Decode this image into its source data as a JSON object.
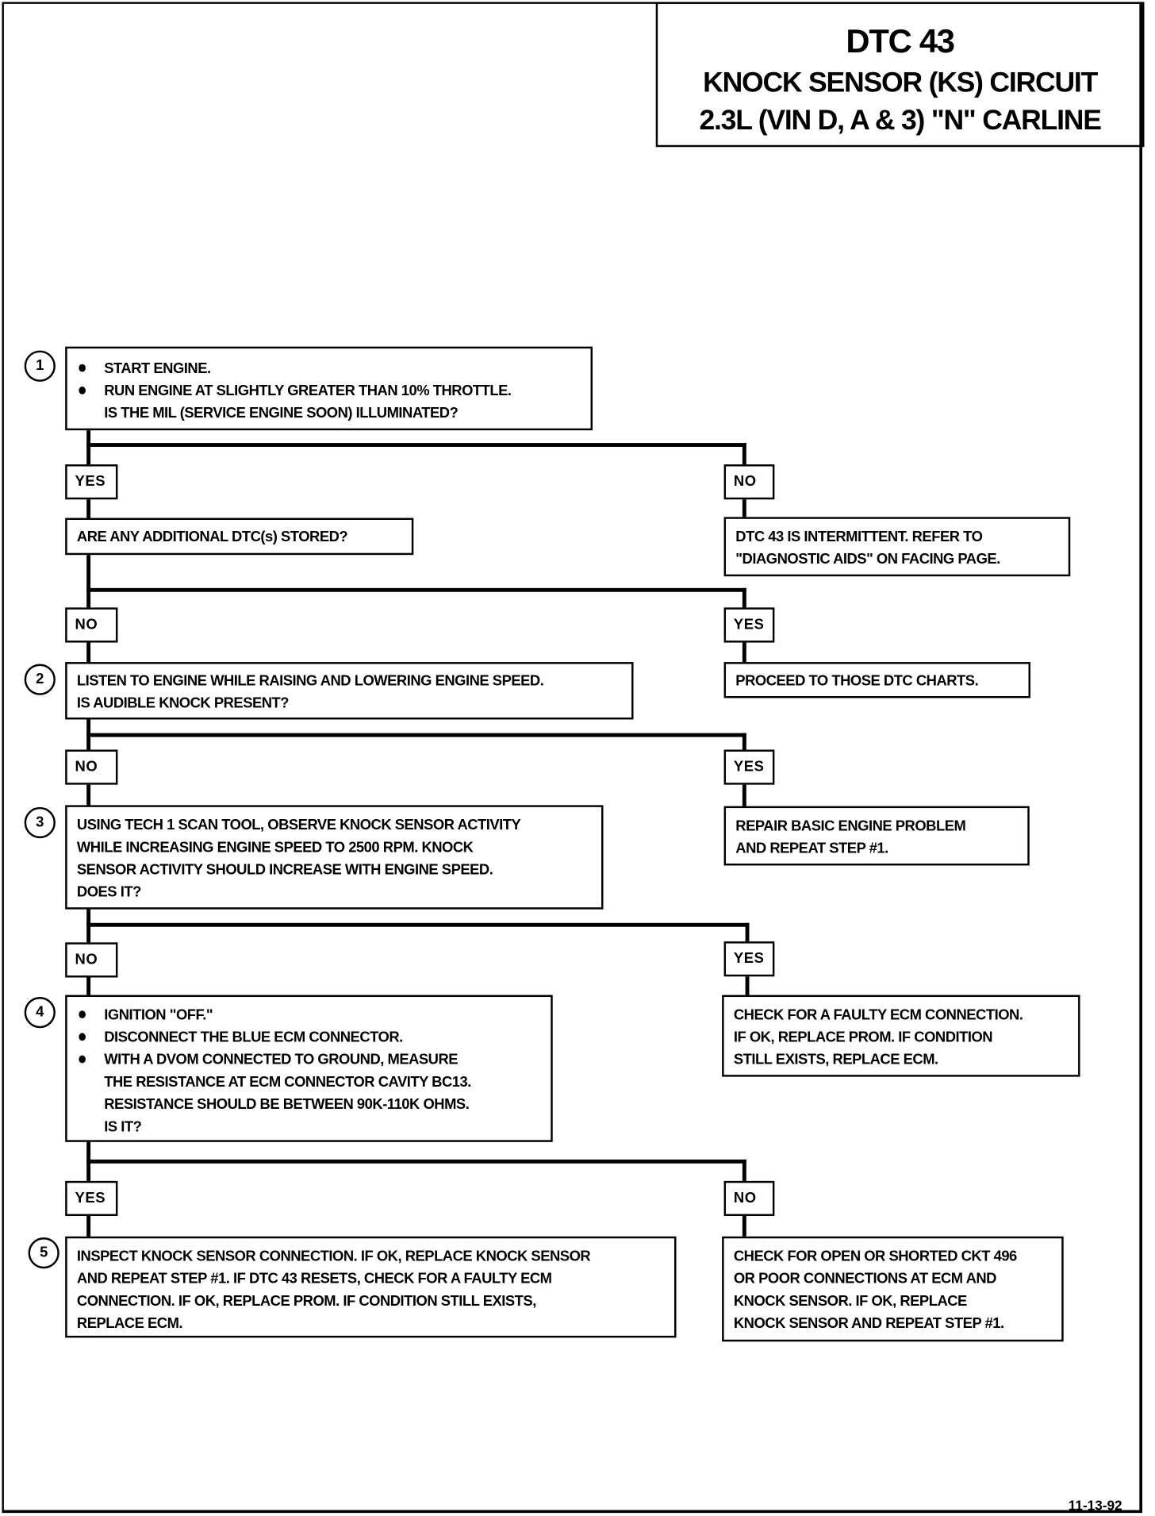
{
  "header": {
    "code": "DTC 43",
    "title_line1": "KNOCK SENSOR (KS) CIRCUIT",
    "title_line2": "2.3L  (VIN D, A & 3)  \"N\"  CARLINE"
  },
  "steps": [
    {
      "number": "1",
      "lines": [
        "START ENGINE.",
        "RUN ENGINE AT SLIGHTLY GREATER THAN 10% THROTTLE.",
        "IS THE MIL (SERVICE ENGINE SOON) ILLUMINATED?"
      ]
    },
    {
      "number": "",
      "lines": [
        "ARE ANY ADDITIONAL DTC(s) STORED?"
      ]
    },
    {
      "number": "2",
      "lines": [
        "LISTEN TO ENGINE WHILE RAISING AND LOWERING ENGINE SPEED.",
        "IS AUDIBLE KNOCK PRESENT?"
      ]
    },
    {
      "number": "3",
      "lines": [
        "USING TECH 1 SCAN TOOL, OBSERVE KNOCK SENSOR ACTIVITY",
        "WHILE INCREASING ENGINE SPEED TO 2500 RPM.  KNOCK",
        "SENSOR ACTIVITY SHOULD INCREASE WITH ENGINE SPEED.",
        "DOES IT?"
      ]
    },
    {
      "number": "4",
      "lines": [
        "IGNITION \"OFF.\"",
        "DISCONNECT THE BLUE ECM CONNECTOR.",
        "WITH A DVOM CONNECTED TO GROUND, MEASURE",
        "THE RESISTANCE AT ECM CONNECTOR CAVITY BC13.",
        "RESISTANCE SHOULD BE BETWEEN 90K-110K OHMS.",
        "IS IT?"
      ]
    },
    {
      "number": "5",
      "lines": [
        "INSPECT KNOCK SENSOR CONNECTION.  IF OK, REPLACE KNOCK SENSOR",
        "AND REPEAT STEP #1.  IF DTC 43 RESETS, CHECK FOR A FAULTY ECM",
        "CONNECTION.  IF OK, REPLACE PROM.  IF CONDITION STILL EXISTS,",
        "REPLACE ECM."
      ]
    }
  ],
  "results": [
    {
      "lines": [
        "DTC 43 IS INTERMITTENT.  REFER TO",
        "\"DIAGNOSTIC AIDS\" ON FACING PAGE."
      ]
    },
    {
      "lines": [
        "PROCEED TO THOSE DTC CHARTS."
      ]
    },
    {
      "lines": [
        "REPAIR BASIC ENGINE PROBLEM",
        "AND REPEAT STEP #1."
      ]
    },
    {
      "lines": [
        "CHECK FOR A FAULTY ECM CONNECTION.",
        "IF OK, REPLACE PROM.  IF CONDITION",
        "STILL EXISTS, REPLACE ECM."
      ]
    },
    {
      "lines": [
        "CHECK FOR OPEN OR SHORTED CKT 496",
        "OR POOR CONNECTIONS AT ECM AND",
        "KNOCK SENSOR.  IF OK, REPLACE",
        "KNOCK SENSOR AND REPEAT STEP #1."
      ]
    }
  ],
  "branches": [
    {
      "left": "YES",
      "right": "NO"
    },
    {
      "left": "NO",
      "right": "YES"
    },
    {
      "left": "NO",
      "right": "YES"
    },
    {
      "left": "NO",
      "right": "YES"
    },
    {
      "left": "YES",
      "right": "NO"
    }
  ],
  "footer": {
    "date": "11-13-92"
  }
}
